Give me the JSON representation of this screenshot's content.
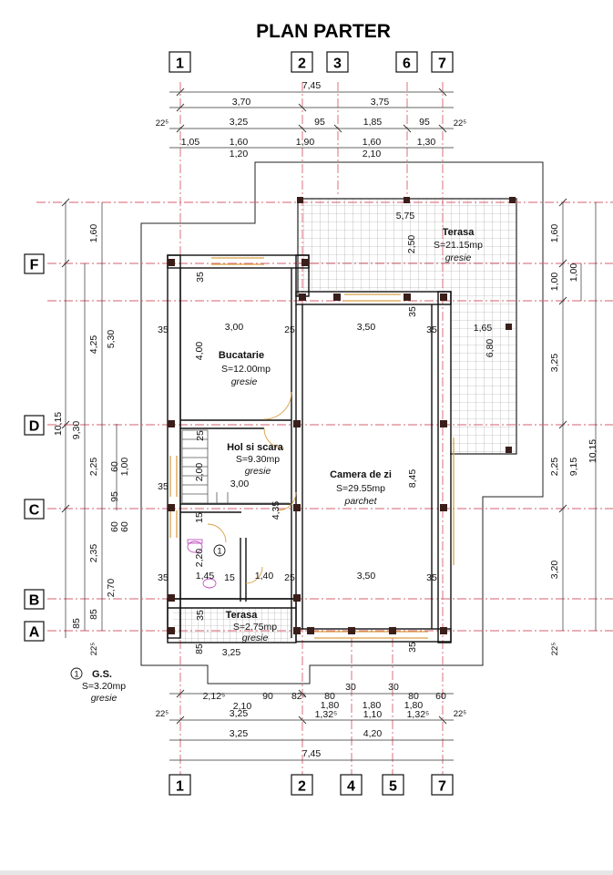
{
  "title": "PLAN PARTER",
  "axes": {
    "top": [
      "1",
      "2",
      "3",
      "6",
      "7"
    ],
    "bottom": [
      "1",
      "2",
      "4",
      "5",
      "7"
    ],
    "left": [
      "F",
      "D",
      "C",
      "B",
      "A"
    ]
  },
  "dims_top": {
    "total": "7,45",
    "half_left": "3,70",
    "half_right": "3,75",
    "edge_left": "22⁵",
    "edge_right": "22⁵",
    "r3_1": "3,25",
    "r3_2": "95",
    "r3_3": "1,85",
    "r3_4": "95",
    "r4_1": "1,05",
    "r4_2": "1,60",
    "r4_3": "1,90",
    "r4_4": "1,60",
    "r4_5": "1,30",
    "r5_1": "1,20",
    "r5_2": "2,10"
  },
  "dims_bottom": {
    "r1_1": "2,12⁵",
    "r1_2": "90",
    "r1_3": "82⁵",
    "r1_4": "80",
    "r1_5": "30",
    "r1_6": "30",
    "r1_7": "80",
    "r1_8": "60",
    "r2_1": "2,10",
    "r2_2": "1,80",
    "r2_3": "1,80",
    "r2_4": "1,80",
    "r3_edge_left": "22⁵",
    "r3_1": "3,25",
    "r3_2": "1,32⁵",
    "r3_3": "1,10",
    "r3_4": "1,32⁵",
    "r3_edge_right": "22⁵",
    "r4_1": "3,25",
    "r4_2": "4,20",
    "total": "7,45"
  },
  "dims_left": {
    "a1": "1,60",
    "a2": "4,25",
    "a3": "2,25",
    "a4": "2,35",
    "a5": "85",
    "b1": "9,30",
    "b2": "85",
    "c1": "5,30",
    "c2": "95",
    "c3": "60",
    "c4": "2,70",
    "d1": "10,15",
    "e1": "60",
    "e2": "1,00",
    "e3": "60",
    "edge": "22⁵"
  },
  "dims_right": {
    "a1": "1,60",
    "a2": "1,00",
    "a3": "3,25",
    "a4": "2,25",
    "a5": "3,20",
    "a6": "22⁵",
    "b1": "1,00",
    "c1": "9,15",
    "d1": "10,15"
  },
  "inner_dims": {
    "w35a": "35",
    "w35b": "35",
    "w35c": "35",
    "w35d": "35",
    "w35e": "35",
    "w35f": "35",
    "w35g": "35",
    "w35h": "35",
    "w35i": "35",
    "w25a": "25",
    "w25b": "25",
    "w25c": "25",
    "w15a": "15",
    "w15b": "15",
    "w85": "85",
    "kitchen_w": "3,00",
    "kitchen_h": "4,00",
    "living_w_top": "3,50",
    "living_w_bot": "3,50",
    "living_h": "8,45",
    "hall_w": "3,00",
    "hall_h": "2,00",
    "hall_h2": "4,35",
    "gs_h": "2,20",
    "gs_w": "1,45",
    "bath_w": "1,40",
    "terr_w": "3,25",
    "terr2_w": "5,75",
    "terr2_h": "2,50",
    "terr2_side": "1,65",
    "terr2_h2": "6,80"
  },
  "rooms": {
    "kitchen": {
      "name": "Bucatarie",
      "area": "S=12.00mp",
      "material": "gresie"
    },
    "hall": {
      "name": "Hol si scara",
      "area": "S=9.30mp",
      "material": "gresie"
    },
    "living": {
      "name": "Camera de zi",
      "area": "S=29.55mp",
      "material": "parchet"
    },
    "terrace_big": {
      "name": "Terasa",
      "area": "S=21.15mp",
      "material": "gresie"
    },
    "terrace_small": {
      "name": "Terasa",
      "area": "S=2.75mp",
      "material": "gresie"
    }
  },
  "legend": {
    "marker": "1",
    "name": "G.S.",
    "area": "S=3.20mp",
    "material": "gresie"
  }
}
